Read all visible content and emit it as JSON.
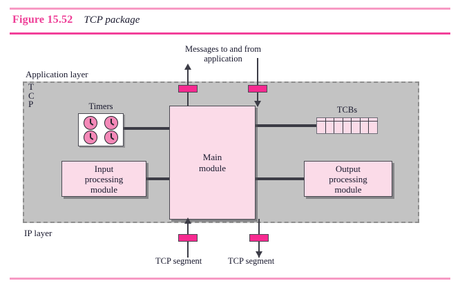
{
  "figure": {
    "label": "Figure 15.52",
    "title": "TCP package"
  },
  "diagram": {
    "layers": {
      "application_layer_label": "Application layer",
      "ip_layer_label": "IP layer",
      "tcp_vertical_label": [
        "T",
        "C",
        "P"
      ]
    },
    "blocks": {
      "main_module": "Main\nmodule",
      "main_module_line1": "Main",
      "main_module_line2": "module",
      "input_module_line1": "Input",
      "input_module_line2": "processing",
      "input_module_line3": "module",
      "output_module_line1": "Output",
      "output_module_line2": "processing",
      "output_module_line3": "module",
      "timers_label": "Timers",
      "tcbs_label": "TCBs",
      "timers_count": 4,
      "tcbs_cells": 7
    },
    "annotations": {
      "messages_line1": "Messages to and from",
      "messages_line2": "application",
      "tcp_segment_in": "TCP segment",
      "tcp_segment_out": "TCP segment"
    },
    "arrows": [
      {
        "name": "messages-out-arrow",
        "direction": "up",
        "position": "top-left"
      },
      {
        "name": "messages-in-arrow",
        "direction": "down",
        "position": "top-right"
      },
      {
        "name": "segment-in-arrow",
        "direction": "up",
        "position": "bottom-left"
      },
      {
        "name": "segment-out-arrow",
        "direction": "down",
        "position": "bottom-right"
      }
    ],
    "colors": {
      "accent_pink": "#ee3d96",
      "rule_pink": "#f79ac4",
      "connector_magenta": "#f72a90",
      "module_fill": "#fbdbe8",
      "layer_gray": "#c3c3c3",
      "line_dark": "#3c3c46",
      "clock_fill": "#f489b8"
    }
  }
}
